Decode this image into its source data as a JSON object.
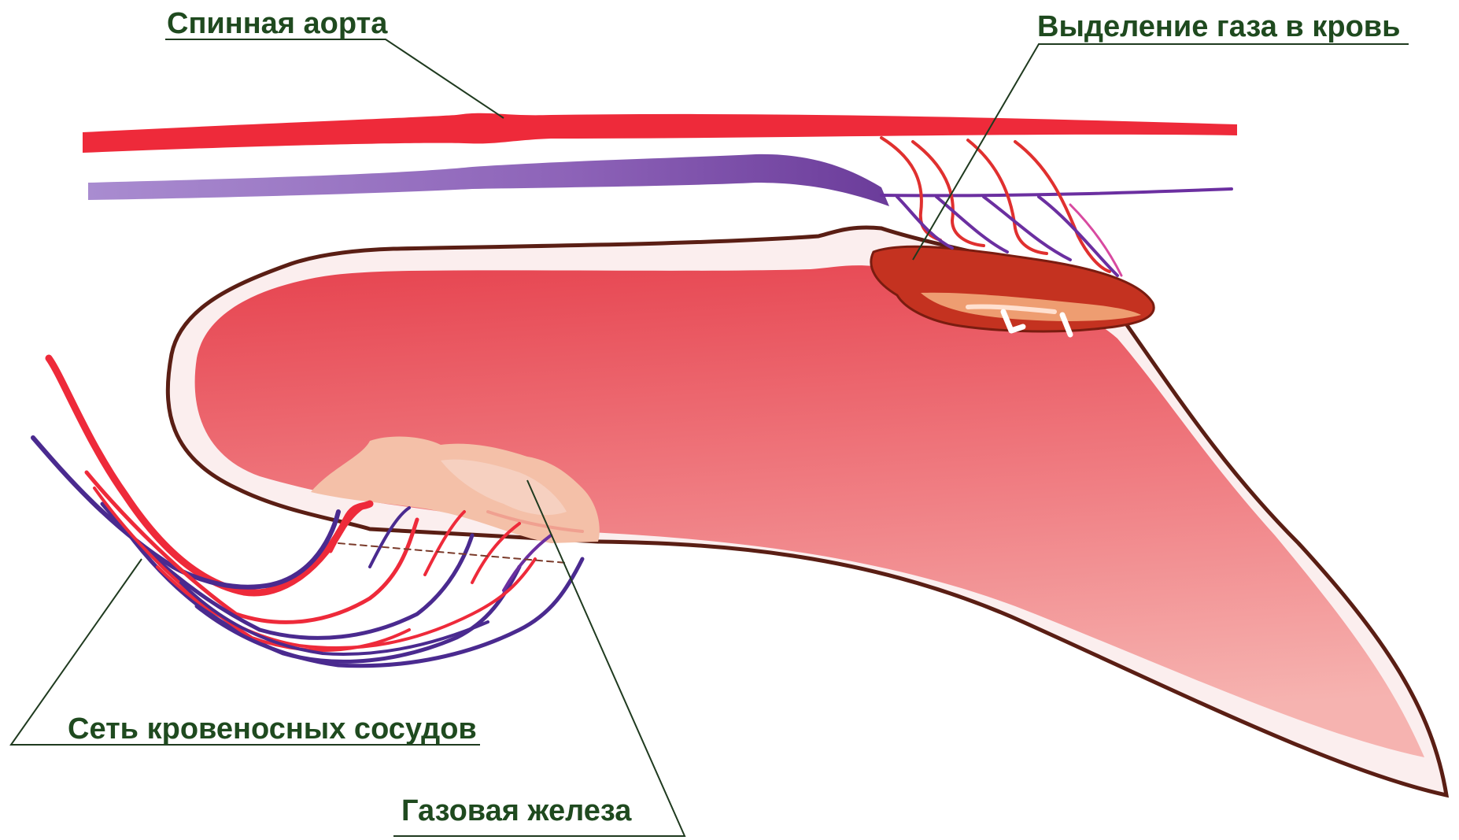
{
  "labels": {
    "dorsal_aorta": "Спинная аорта",
    "gas_release": "Выделение газа в кровь",
    "vessel_network": "Сеть кровеносных сосудов",
    "gas_gland": "Газовая железа"
  },
  "colors": {
    "artery": "#ee2a3a",
    "vein": "#8a5aad",
    "deep_vein": "#4a2a8f",
    "bladder_fill_top": "#e84a55",
    "bladder_fill_bottom": "#f4a8a8",
    "bladder_wall": "#fbeeee",
    "outline": "#5a1e14",
    "label_text": "#1f4a1f",
    "gland": "#f2b8a0"
  }
}
